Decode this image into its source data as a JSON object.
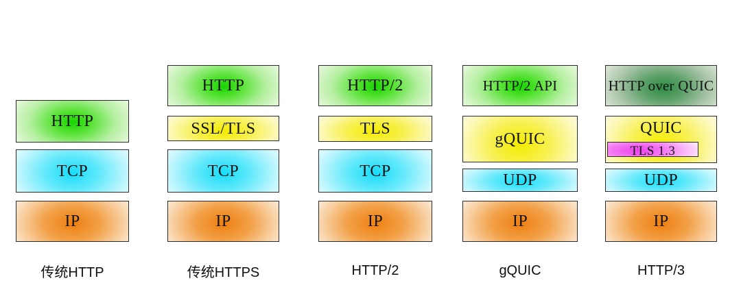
{
  "diagram": {
    "background": "#ffffff",
    "colors": {
      "green": "#17d300",
      "green_dark": "#2e8b44",
      "yellow": "#f4ec00",
      "cyan": "#17dcfa",
      "orange": "#ee7f10",
      "magenta": "#ee3fee",
      "border": "#2b2b2b",
      "text": "#131313"
    },
    "columns": [
      {
        "label": "传统HTTP",
        "boxes": [
          {
            "text": "HTTP",
            "color": "green"
          },
          {
            "text": "TCP",
            "color": "cyan"
          },
          {
            "text": "IP",
            "color": "orange"
          }
        ]
      },
      {
        "label": "传统HTTPS",
        "boxes": [
          {
            "text": "HTTP",
            "color": "green"
          },
          {
            "text": "SSL/TLS",
            "color": "yellow"
          },
          {
            "text": "TCP",
            "color": "cyan"
          },
          {
            "text": "IP",
            "color": "orange"
          }
        ]
      },
      {
        "label": "HTTP/2",
        "boxes": [
          {
            "text": "HTTP/2",
            "color": "green"
          },
          {
            "text": "TLS",
            "color": "yellow"
          },
          {
            "text": "TCP",
            "color": "cyan"
          },
          {
            "text": "IP",
            "color": "orange"
          }
        ]
      },
      {
        "label": "gQUIC",
        "boxes": [
          {
            "text": "HTTP/2 API",
            "color": "green"
          },
          {
            "text": "gQUIC",
            "color": "yellow"
          },
          {
            "text": "UDP",
            "color": "cyan"
          },
          {
            "text": "IP",
            "color": "orange"
          }
        ]
      },
      {
        "label": "HTTP/3",
        "boxes": [
          {
            "text": "HTTP over QUIC",
            "color": "green_dark"
          },
          {
            "text": "QUIC",
            "color": "yellow",
            "inner": {
              "text": "TLS 1.3",
              "color": "magenta"
            }
          },
          {
            "text": "UDP",
            "color": "cyan"
          },
          {
            "text": "IP",
            "color": "orange"
          }
        ]
      }
    ]
  }
}
